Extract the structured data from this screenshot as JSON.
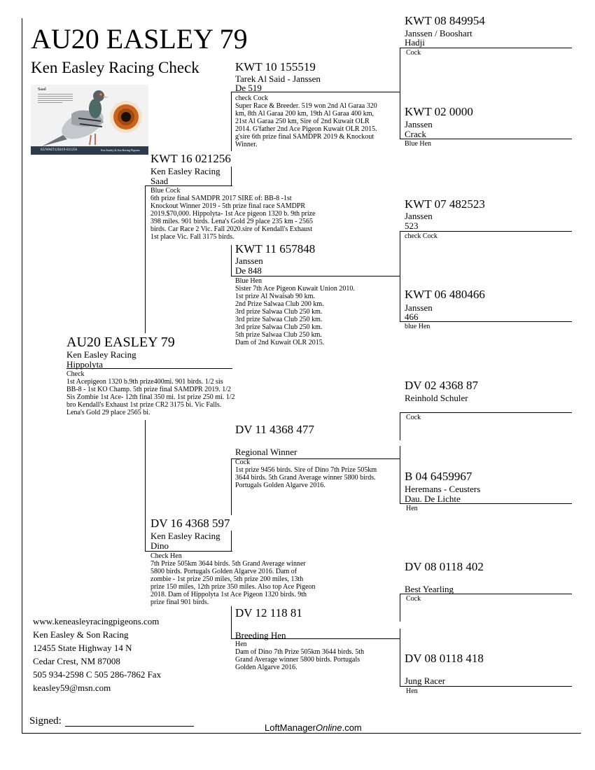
{
  "title": "AU20 EASLEY 79",
  "subtitle": "Ken Easley Racing Check",
  "photo": {
    "bird_name": "Saad",
    "ring_caption": "KUWAIT12SS19-021256",
    "caption_right": "Ken Easley & Son Racing Pigeons",
    "accent_eye": "#c8641e"
  },
  "subject": {
    "ring": "AU20 EASLEY 79",
    "breeder": "Ken Easley Racing",
    "name": "Hippolyta",
    "notes": "Check\n1st Acepigeon 1320 b.9th prize400mi. 901 birds. 1/2 sis\nBB-8 - 1st KO Champ. 5th prize final SAMDPR 2019. 1/2\nSis Zombie 1st Ace- 12th final 350 mi. 1st prize 250 mi. 1/2\nbro Kendall's Exhaust 1st prize CR2 3175 bi. Vic Falls.\nLena's Gold 29 place 2565 bi."
  },
  "sire": {
    "ring": "KWT 16 021256",
    "breeder": "Ken Easley Racing",
    "name": "Saad",
    "notes": "Blue Cock\n6th prize final SAMDPR 2017 SIRE of: BB-8 -1st\nKnockout Winner 2019 - 5th prize final race SAMDPR\n2019.$70,000. Hippolyta- 1st Ace pigeon 1320 b. 9th prize\n398 miles. 901 birds. Lena's Gold 29 place 235 km - 2565\nbirds. Car Race 2 Vic. Fall 2020.sire of Kendall's Exhaust\n1st place Vic. Fall 3175 birds."
  },
  "dam": {
    "ring": "DV 16 4368 597",
    "breeder": "Ken Easley Racing",
    "name": "Dino",
    "notes": "Check Hen\n7th Prize 505km 3644 birds. 5th Grand Average winner\n5800 birds. Portugals Golden Algarve 2016. Dam of\nzombie - 1st prize 250 miles, 5th prize 200 miles, 13th\nprize 150 miles, 12th prize 350 miles. Also top Ace Pigeon\n2018. Dam of Hippolyta 1st Ace Pigeon 1320 birds. 9th\nprize final 901 birds."
  },
  "ss": {
    "ring": "KWT 10 155519",
    "breeder": "Tarek Al Said - Janssen",
    "name": "De 519",
    "notes": "check Cock\nSuper Race & Breeder. 519 won 2nd Al Garaa 320\nkm, 8th Al Garaa 200 km, 19th Al Garaa 400 km,\n21st Al Garaa 250 km, Sire of 2nd Kuwait OLR\n2014. G'father 2nd Ace Pigeon Kuwait OLR 2015.\ng'sire 6th prize final SAMDPR 2019 & Knockout\nWinner."
  },
  "sd": {
    "ring": "KWT 11 657848",
    "breeder": "Janssen",
    "name": "De 848",
    "notes": "Blue Hen\nSister 7th Ace Pigeon Kuwait Union 2010.\n1st prize Al Nwaisab 90 km.\n2nd Prize Salwaa Club 200 km.\n3rd prize Salwaa Club 250 km.\n3rd prize Salwaa Club 250 km.\n3rd prize Salwaa Club 250 km.\n5th prize Salwaa Club 250 km.\nDam of 2nd Kuwait OLR 2015."
  },
  "ds": {
    "ring": "DV 11 4368 477",
    "line1": "Regional Winner",
    "notes": "Cock\n1st prize 9456 birds. Sire of Dino 7th Prize 505km\n3644 birds. 5th Grand Average winner 5800 birds.\nPortugals Golden Algarve 2016."
  },
  "dd": {
    "ring": "DV 12 118 81",
    "line1": "Breeding Hen",
    "notes": "Hen\nDam of Dino 7th Prize 505km 3644 birds. 5th\nGrand Average winner 5800 birds. Portugals\nGolden Algarve 2016."
  },
  "gen4": [
    {
      "ring": "KWT 08 849954",
      "breeder": "Janssen / Booshart",
      "name": "Hadji",
      "color": "Cock"
    },
    {
      "ring": "KWT 02 0000",
      "breeder": "Janssen",
      "name": "Crack",
      "color": "Blue Hen"
    },
    {
      "ring": "KWT 07 482523",
      "breeder": "Janssen",
      "name": "523",
      "color": "check Cock"
    },
    {
      "ring": "KWT 06 480466",
      "breeder": "Janssen",
      "name": "466",
      "color": "blue Hen"
    },
    {
      "ring": "DV 02 4368 87",
      "breeder": "Reinhold Schuler",
      "name": "",
      "color": "Cock"
    },
    {
      "ring": "B 04 6459967",
      "breeder": "Heremans - Ceusters",
      "name": "Dau. De Lichte",
      "color": "Hen"
    },
    {
      "ring": "DV 08 0118 402",
      "breeder": "",
      "name": "Best Yearling",
      "color": "Cock"
    },
    {
      "ring": "DV 08 0118 418",
      "breeder": "",
      "name": "Jung Racer",
      "color": "Hen"
    }
  ],
  "contact": {
    "website": "www.keneasleyracingpigeons.com",
    "company": "Ken Easley & Son Racing",
    "address1": "12455 State Highway 14 N",
    "address2": "Cedar Crest, NM 87008",
    "phone": "505 934-2598 C 505 286-7862 Fax",
    "email": "keasley59@msn.com"
  },
  "signed_label": "Signed:",
  "footer": {
    "brand_pre": "LoftManager",
    "brand_italic": "Online",
    "brand_post": ".com"
  }
}
